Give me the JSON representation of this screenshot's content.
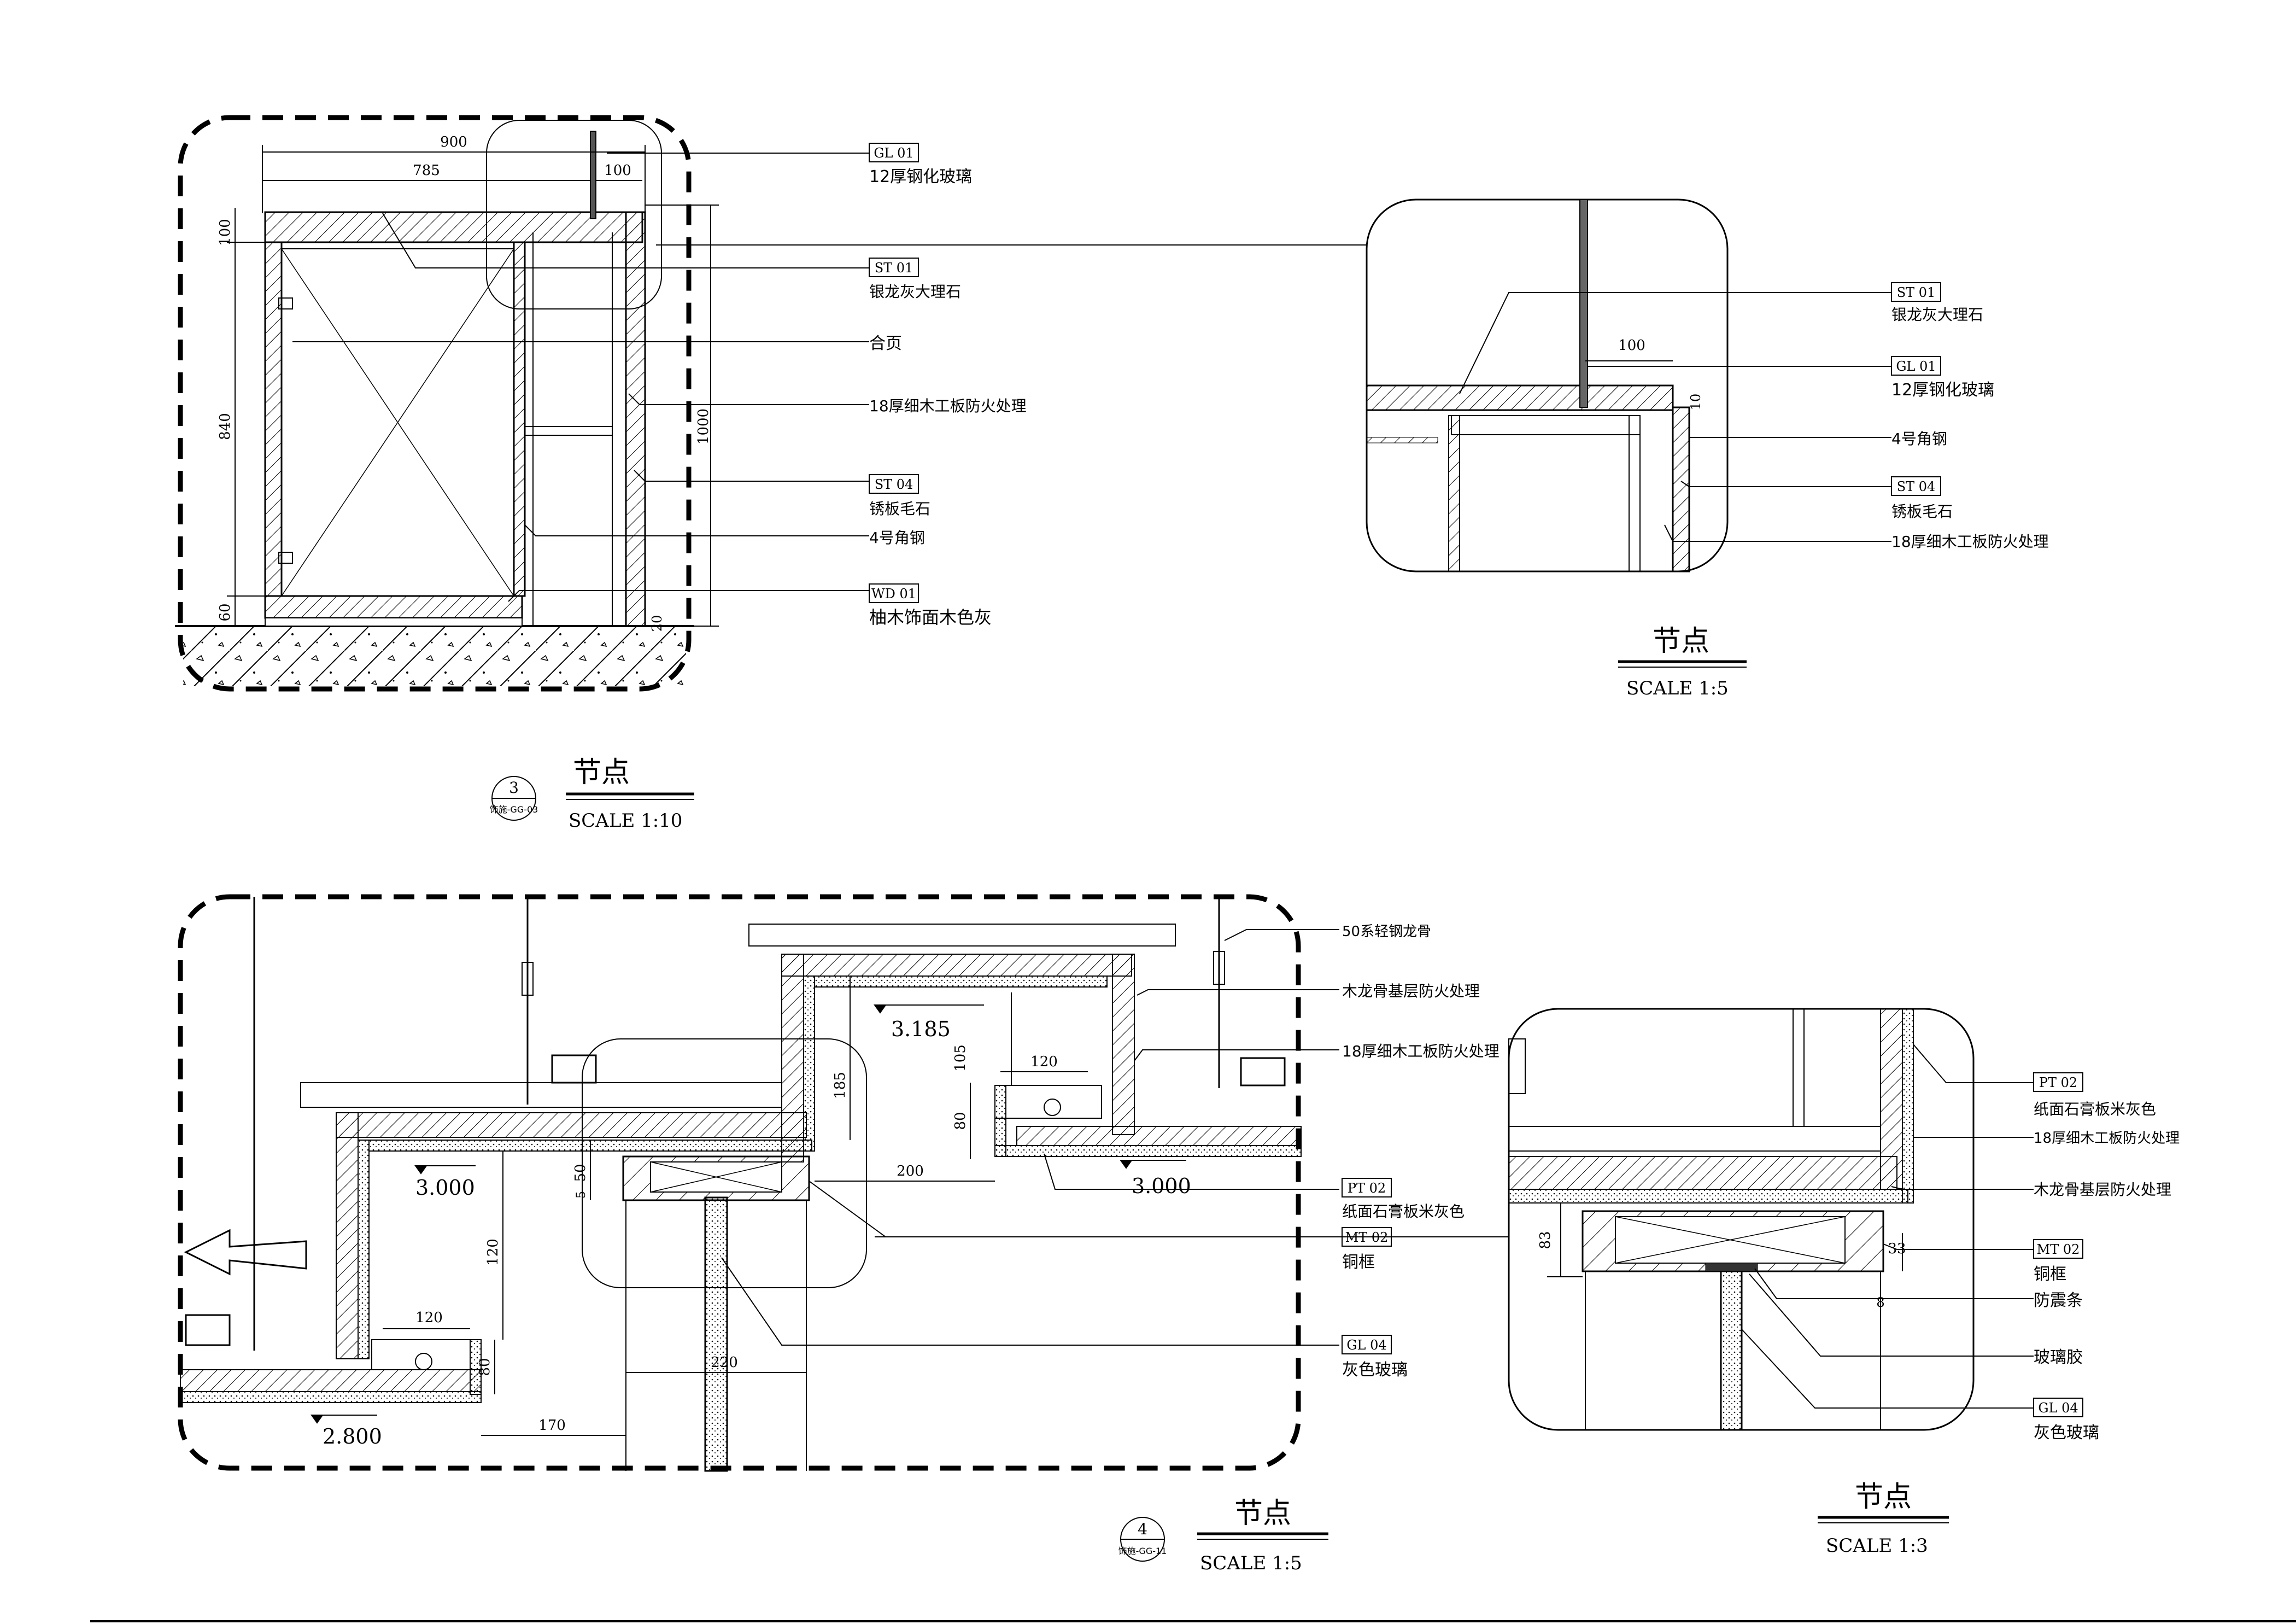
{
  "detail3": {
    "dims": {
      "d900": "900",
      "d785": "785",
      "d100top": "100",
      "d100left": "100",
      "d840": "840",
      "d1000": "1000",
      "d60": "60",
      "d20": "20"
    },
    "labels": [
      {
        "code": "GL 01",
        "text": "12厚钢化玻璃"
      },
      {
        "code": "ST 01",
        "text": "银龙灰大理石"
      },
      {
        "code": "",
        "text": "合页"
      },
      {
        "code": "",
        "text": "18厚细木工板防火处理"
      },
      {
        "code": "ST 04",
        "text": "锈板毛石"
      },
      {
        "code": "",
        "text": "4号角钢"
      },
      {
        "code": "WD 01",
        "text": "柚木饰面木色灰"
      }
    ],
    "title": {
      "num": "3",
      "ref": "饰施-GG-03",
      "name": "节点",
      "scale": "SCALE  1:10"
    }
  },
  "detail_ne": {
    "dims": {
      "d100": "100",
      "d10": "10"
    },
    "labels": [
      {
        "code": "ST 01",
        "text": "银龙灰大理石"
      },
      {
        "code": "GL 01",
        "text": "12厚钢化玻璃"
      },
      {
        "code": "",
        "text": "4号角钢"
      },
      {
        "code": "ST 04",
        "text": "锈板毛石"
      },
      {
        "code": "",
        "text": "18厚细木工板防火处理"
      }
    ],
    "title": {
      "name": "节点",
      "scale": "SCALE  1:5"
    }
  },
  "detail4": {
    "levels": {
      "l3185": "3.185",
      "l3000a": "3.000",
      "l3000b": "3.000",
      "l2800": "2.800"
    },
    "dims": {
      "d120a": "120",
      "d105": "105",
      "d185": "185",
      "d80a": "80",
      "d50": "50",
      "d5": "5",
      "d200": "200",
      "d120b": "120",
      "d120c": "120",
      "d80b": "80",
      "d220": "220",
      "d170": "170"
    },
    "labels": [
      {
        "code": "",
        "text": "50系轻钢龙骨"
      },
      {
        "code": "",
        "text": "木龙骨基层防火处理"
      },
      {
        "code": "",
        "text": "18厚细木工板防火处理"
      },
      {
        "code": "PT 02",
        "text": "纸面石膏板米灰色"
      },
      {
        "code": "MT 02",
        "text": "铜框"
      },
      {
        "code": "GL 04",
        "text": "灰色玻璃"
      }
    ],
    "title": {
      "num": "4",
      "ref": "饰施-GG-11",
      "name": "节点",
      "scale": "SCALE  1:5"
    }
  },
  "detail_se": {
    "dims": {
      "d83": "83",
      "d33": "33",
      "d8": "8"
    },
    "labels": [
      {
        "code": "PT 02",
        "text": "纸面石膏板米灰色"
      },
      {
        "code": "",
        "text": "18厚细木工板防火处理"
      },
      {
        "code": "",
        "text": "木龙骨基层防火处理"
      },
      {
        "code": "MT 02",
        "text": "铜框"
      },
      {
        "code": "",
        "text": "防震条"
      },
      {
        "code": "",
        "text": "玻璃胶"
      },
      {
        "code": "GL 04",
        "text": "灰色玻璃"
      }
    ],
    "title": {
      "name": "节点",
      "scale": "SCALE  1:3"
    }
  }
}
